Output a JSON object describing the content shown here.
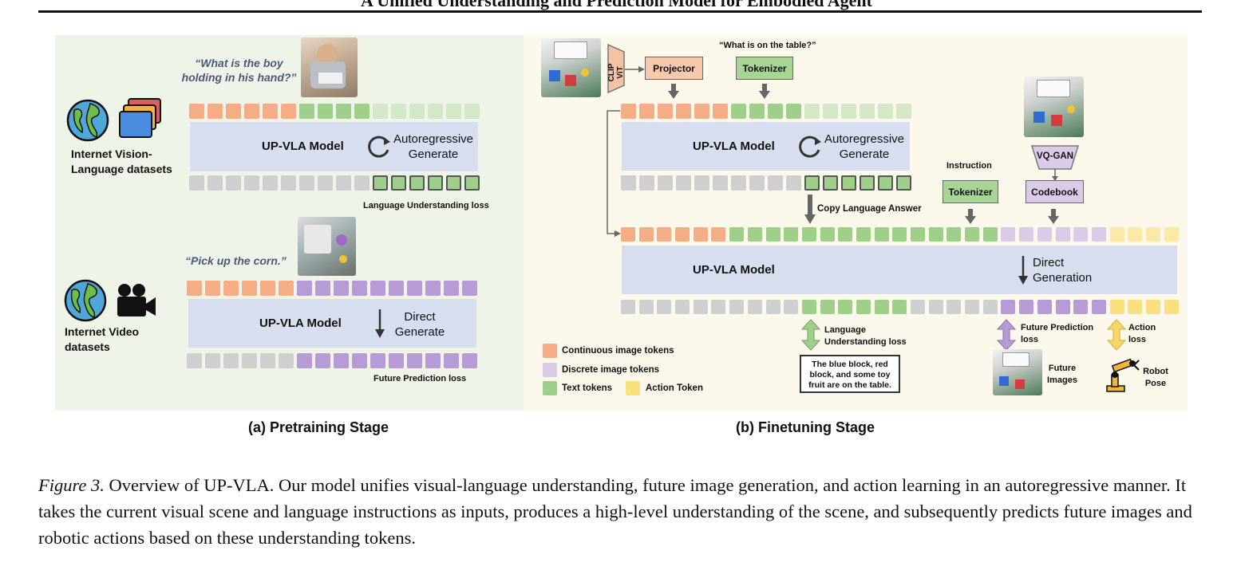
{
  "header": {
    "running_title": "A Unified Understanding and Prediction Model for Embodied Agent"
  },
  "pretraining": {
    "stage_label": "(a) Pretraining Stage",
    "top": {
      "quote": "“What is the boy holding in his hand?”",
      "dataset_label": "Internet Vision-Language datasets",
      "model_label": "UP-VLA Model",
      "gen_label": "Autoregressive Generate",
      "loss_label": "Language Understanding loss"
    },
    "bottom": {
      "quote": "“Pick up the corn.”",
      "dataset_label": "Internet Video datasets",
      "model_label": "UP-VLA Model",
      "gen_label": "Direct Generate",
      "loss_label": "Future Prediction loss"
    }
  },
  "finetuning": {
    "stage_label": "(b) Finetuning Stage",
    "clip_label": "CLIP ViT",
    "projector_label": "Projector",
    "question": "“What is on the table?”",
    "tokenizer_label": "Tokenizer",
    "model1_label": "UP-VLA Model",
    "gen1_label": "Autoregressive Generate",
    "copy_label": "Copy Language Answer",
    "instruction_label": "Instruction",
    "instruction_tokenizer_label": "Tokenizer",
    "vqgan_label": "VQ-GAN",
    "codebook_label": "Codebook",
    "model2_label": "UP-VLA Model",
    "gen2_label": "Direct Generation",
    "lang_loss_label": "Language Understanding loss",
    "answer_text": "The blue block, red block, and some toy fruit are on the table.",
    "future_loss_label": "Future Prediction loss",
    "action_loss_label": "Action loss",
    "future_images_label": "Future Images",
    "robot_pose_label": "Robot Pose",
    "legend": {
      "continuous": "Continuous image tokens",
      "discrete": "Discrete image tokens",
      "text": "Text tokens",
      "action": "Action Token"
    }
  },
  "caption": {
    "figure_label": "Figure 3.",
    "text": "Overview of UP-VLA. Our model unifies visual-language understanding, future image generation, and action learning in an autoregressive manner. It takes the current visual scene and language instructions as inputs, produces a high-level understanding of the scene, and subsequently predicts future images and robotic actions based on these understanding tokens."
  },
  "colors": {
    "continuous_token": "#f4ad85",
    "discrete_token": "#dccbe8",
    "text_token": "#9ed08a",
    "action_token": "#fbe07e",
    "pretrain_bg": "#eef4e8",
    "finetune_bg": "#fdf8ec",
    "model_box": "#d6deef"
  },
  "icons": [
    "globe-icon",
    "folders-icon",
    "video-camera-icon",
    "refresh-icon",
    "down-arrow-icon",
    "robot-arm-icon"
  ]
}
